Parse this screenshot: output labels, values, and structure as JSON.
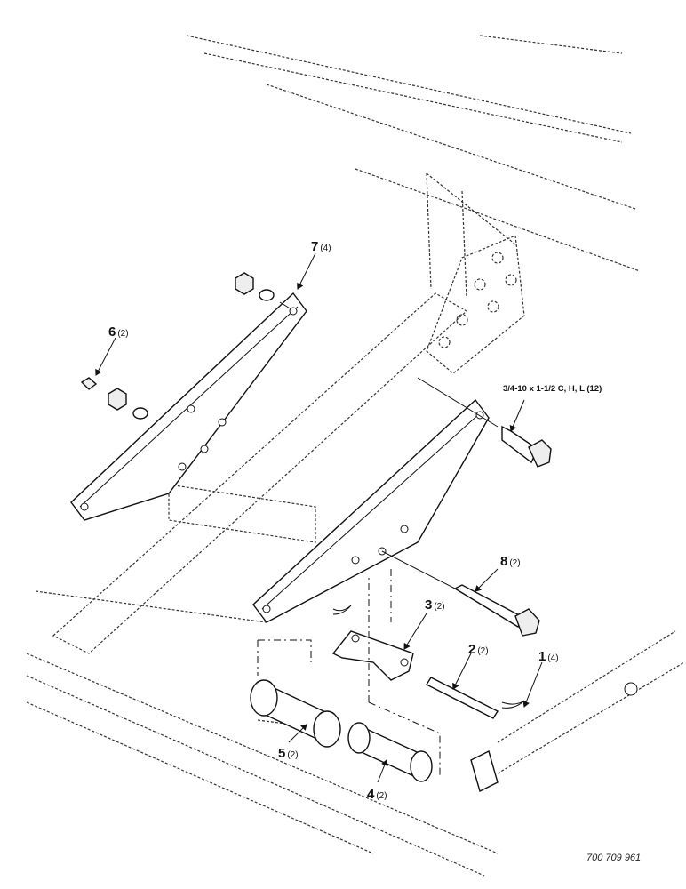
{
  "callouts": [
    {
      "id": "7",
      "qty": "(4)"
    },
    {
      "id": "6",
      "qty": "(2)"
    },
    {
      "id": "8",
      "qty": "(2)"
    },
    {
      "id": "3",
      "qty": "(2)"
    },
    {
      "id": "2",
      "qty": "(2)"
    },
    {
      "id": "1",
      "qty": "(4)"
    },
    {
      "id": "5",
      "qty": "(2)"
    },
    {
      "id": "4",
      "qty": "(2)"
    }
  ],
  "bolt_spec": "3/4-10 x 1-1/2 C, H, L (12)",
  "part_number": "700 709 961"
}
